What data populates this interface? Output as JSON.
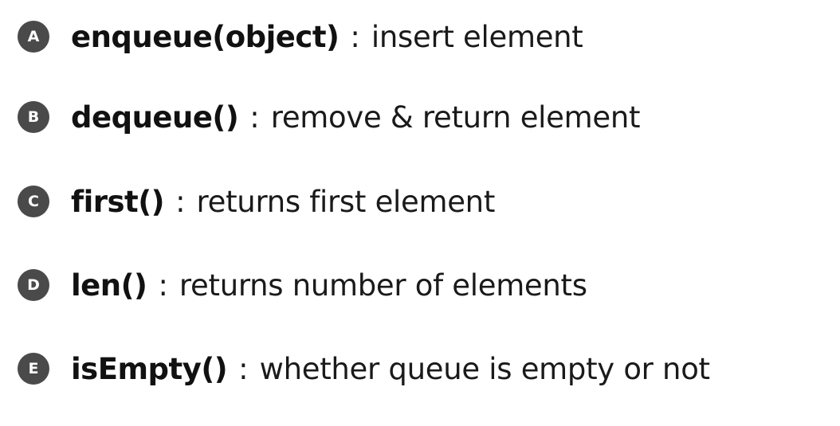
{
  "items": [
    {
      "badge": "A",
      "method": "enqueue(object)",
      "separator": ":",
      "description": "insert element"
    },
    {
      "badge": "B",
      "method": "dequeue()",
      "separator": ":",
      "description": "remove & return element"
    },
    {
      "badge": "C",
      "method": "first()",
      "separator": ":",
      "description": "returns first element"
    },
    {
      "badge": "D",
      "method": "len()",
      "separator": ":",
      "description": "returns number of elements"
    },
    {
      "badge": "E",
      "method": "isEmpty()",
      "separator": ":",
      "description": "whether queue is empty or not"
    }
  ],
  "colors": {
    "badge_background": "#4a4a4a",
    "badge_text": "#ffffff",
    "text": "#1a1a1a"
  }
}
